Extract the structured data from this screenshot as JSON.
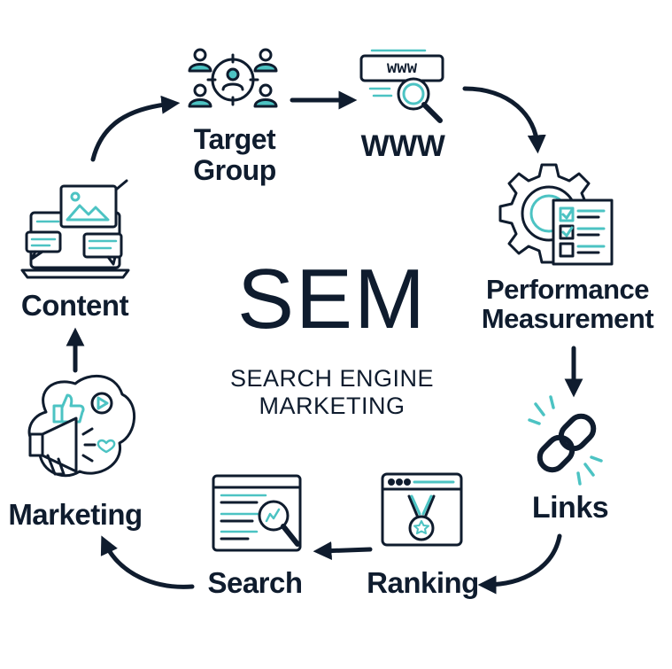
{
  "colors": {
    "dark": "#0f1c2e",
    "accent": "#4cc3c3"
  },
  "center": {
    "title": "SEM",
    "subtitle_line1": "SEARCH ENGINE",
    "subtitle_line2": "MARKETING"
  },
  "nodes": {
    "target_group": {
      "line1": "Target",
      "line2": "Group",
      "icon": "target-group-icon"
    },
    "www": {
      "label": "WWW",
      "icon_text": "www",
      "icon": "browser-search-icon"
    },
    "performance": {
      "line1": "Performance",
      "line2": "Measurement",
      "icon": "gear-checklist-icon"
    },
    "links": {
      "label": "Links",
      "icon": "chain-link-icon"
    },
    "ranking": {
      "label": "Ranking",
      "icon": "browser-medal-icon"
    },
    "search": {
      "label": "Search",
      "icon": "webpage-magnifier-icon"
    },
    "marketing": {
      "label": "Marketing",
      "icon": "megaphone-social-icon"
    },
    "content": {
      "label": "Content",
      "icon": "laptop-chat-icon"
    }
  }
}
